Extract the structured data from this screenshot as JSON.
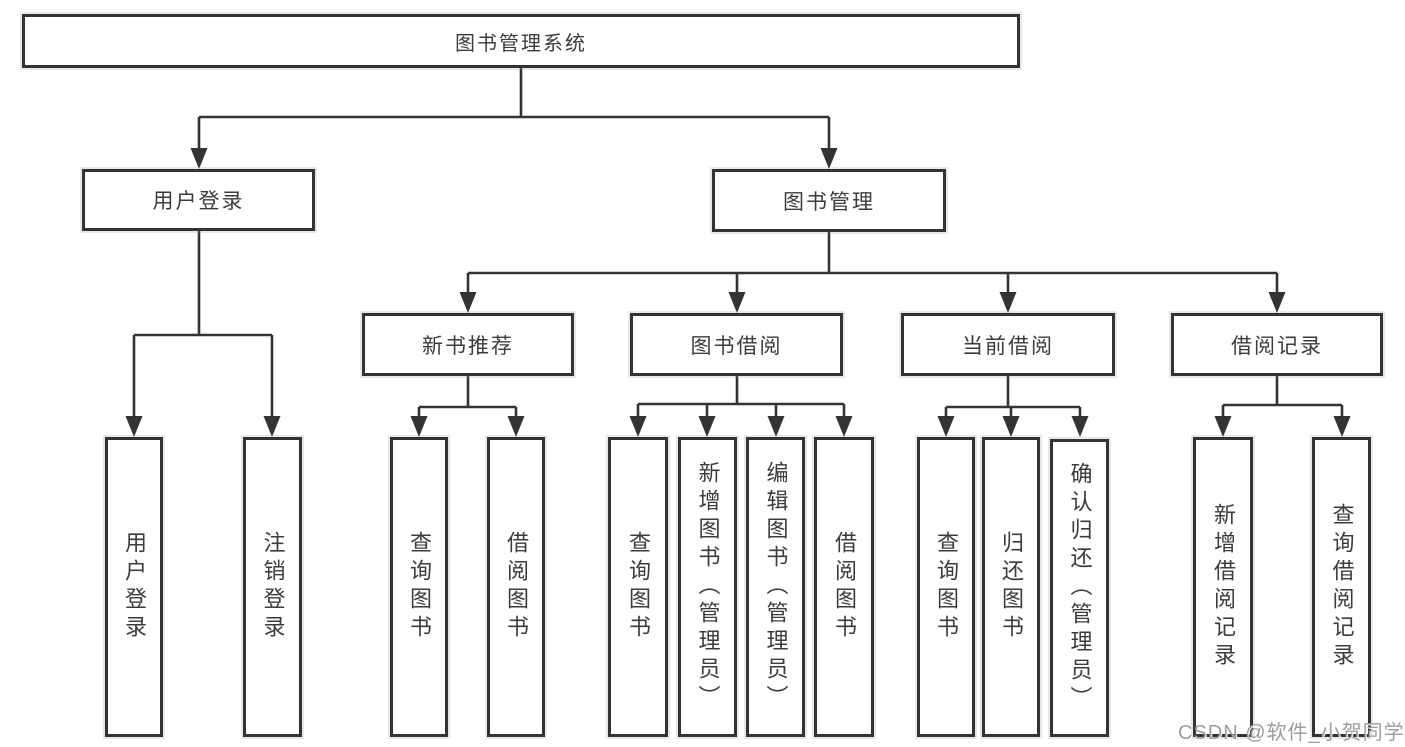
{
  "tree": {
    "root": {
      "label": "图书管理系统"
    },
    "user_login": {
      "label": "用户登录",
      "children": [
        {
          "label": "用户登录"
        },
        {
          "label": "注销登录"
        }
      ]
    },
    "book_mgmt": {
      "label": "图书管理",
      "children": [
        {
          "label": "新书推荐",
          "children": [
            {
              "label": "查询图书"
            },
            {
              "label": "借阅图书"
            }
          ]
        },
        {
          "label": "图书借阅",
          "children": [
            {
              "label": "查询图书"
            },
            {
              "label": "新增图书（管理员）"
            },
            {
              "label": "编辑图书（管理员）"
            },
            {
              "label": "借阅图书"
            }
          ]
        },
        {
          "label": "当前借阅",
          "children": [
            {
              "label": "查询图书"
            },
            {
              "label": "归还图书"
            },
            {
              "label": "确认归还（管理员）"
            }
          ]
        },
        {
          "label": "借阅记录",
          "children": [
            {
              "label": "新增借阅记录"
            },
            {
              "label": "查询借阅记录"
            }
          ]
        }
      ]
    }
  },
  "colors": {
    "line": "#333333",
    "text": "#3c3c3c",
    "watermark": "#9d9d9d"
  },
  "watermark": "CSDN @软件_小贺同学"
}
